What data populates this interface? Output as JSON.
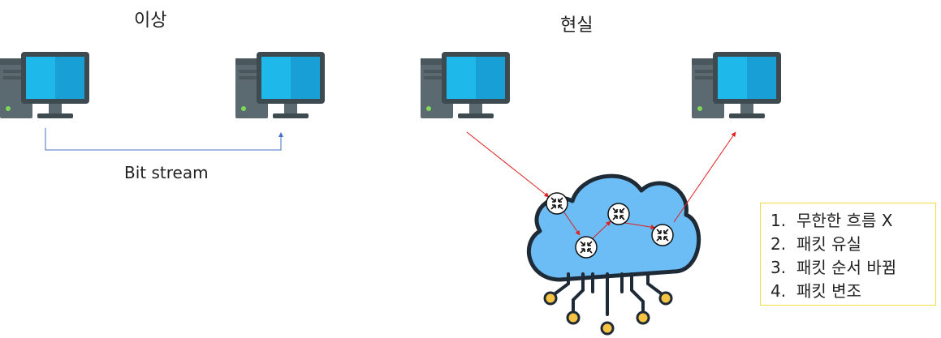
{
  "sections": {
    "ideal": {
      "title": "이상",
      "link_label": "Bit stream"
    },
    "real": {
      "title": "현실"
    }
  },
  "problems": [
    {
      "num": "1.",
      "text": "무한한 흐름 X"
    },
    {
      "num": "2.",
      "text": "패킷 유실"
    },
    {
      "num": "3.",
      "text": "패킷 순서 바뀜"
    },
    {
      "num": "4.",
      "text": "패킷 변조"
    }
  ],
  "icons": [
    "desktop-computer-icon",
    "cloud-network-icon",
    "router-icon"
  ],
  "colors": {
    "monitor_screen": "#1fb8eb",
    "monitor_frame": "#3d4a4f",
    "tower": "#5a6a70",
    "cloud_fill": "#6cbcf5",
    "blue_link": "#4472c4",
    "red_path": "#e02020",
    "box_border": "#f0dc3c",
    "node_fill": "#f6c343"
  }
}
